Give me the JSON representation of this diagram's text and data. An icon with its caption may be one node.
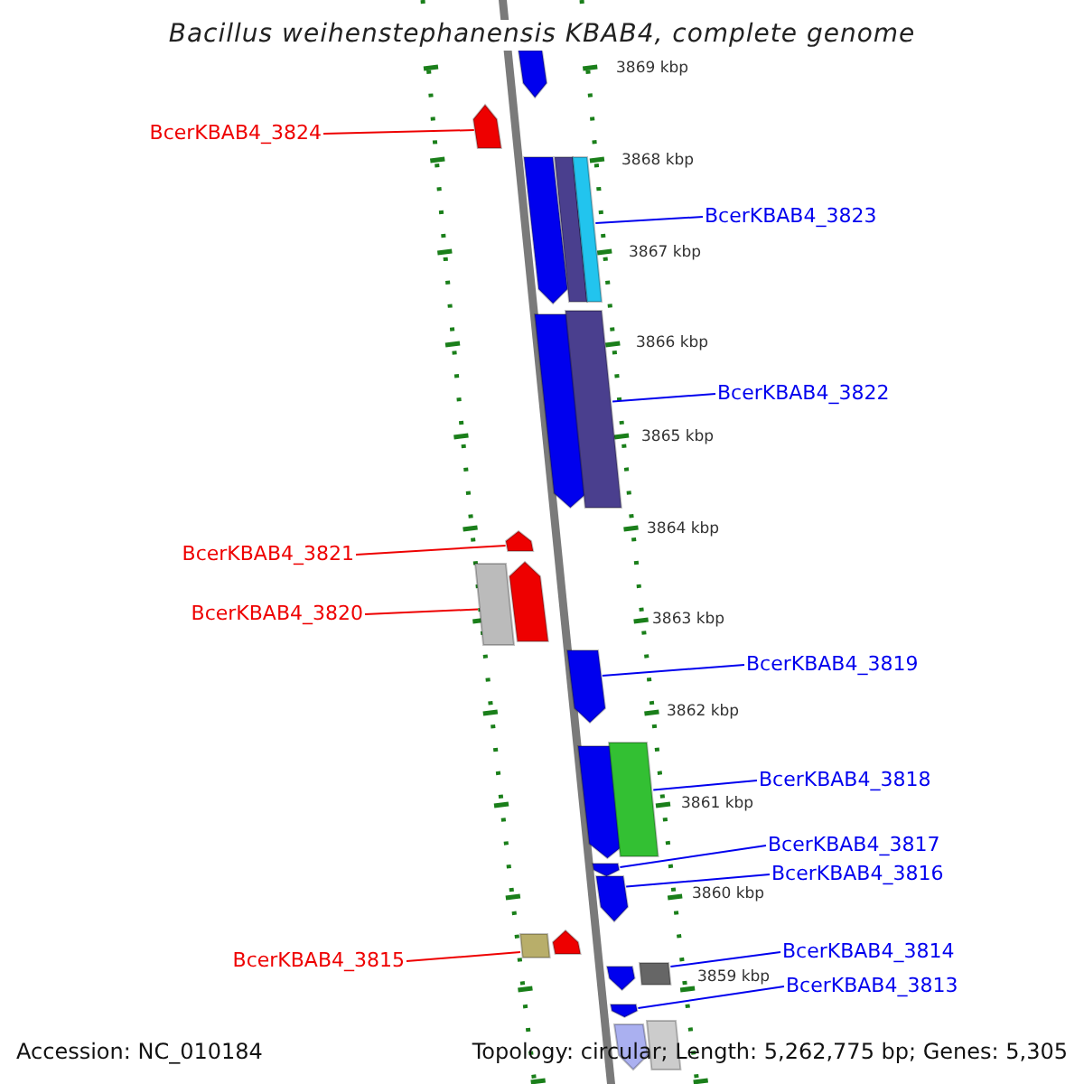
{
  "diagram": {
    "title": "Bacillus weihenstephanensis KBAB4, complete genome",
    "nodes": [
      {
        "text": [
          "BcerKBAB4_3824"
        ]
      },
      {
        "text": [
          "BcerKBAB4_3823"
        ]
      },
      {
        "text": [
          "BcerKBAB4_3822"
        ]
      },
      {
        "text": [
          "BcerKBAB4_3821"
        ]
      },
      {
        "text": [
          "BcerKBAB4_3820"
        ]
      },
      {
        "text": [
          "BcerKBAB4_3819"
        ]
      },
      {
        "text": [
          "BcerKBAB4_3818"
        ]
      },
      {
        "text": [
          "BcerKBAB4_3817"
        ]
      },
      {
        "text": [
          "BcerKBAB4_3816"
        ]
      },
      {
        "text": [
          "BcerKBAB4_3815"
        ]
      },
      {
        "text": [
          "BcerKBAB4_3814"
        ]
      },
      {
        "text": [
          "BcerKBAB4_3813"
        ]
      },
      {
        "text": [],
        "shape": "arrow"
      },
      {
        "text": [],
        "shape": "arrow"
      },
      {
        "text": [],
        "shape": "arrow"
      },
      {
        "text": [],
        "shape": "bar"
      },
      {
        "text": [],
        "shape": "bar"
      },
      {
        "text": [],
        "shape": "arrow"
      },
      {
        "text": [],
        "shape": "bar"
      },
      {
        "text": [],
        "shape": "arrow"
      },
      {
        "text": [],
        "shape": "bar"
      },
      {
        "text": [],
        "shape": "arrow"
      },
      {
        "text": [],
        "shape": "arrow"
      },
      {
        "text": [],
        "shape": "arrow"
      },
      {
        "text": [],
        "shape": "bar"
      },
      {
        "text": [],
        "shape": "arrow"
      },
      {
        "text": [],
        "shape": "arrow"
      },
      {
        "text": [],
        "shape": "bar"
      },
      {
        "text": [],
        "shape": "arrow"
      },
      {
        "text": [],
        "shape": "arrow"
      },
      {
        "text": [],
        "shape": "bar"
      },
      {
        "text": [],
        "shape": "arrow"
      },
      {
        "text": [],
        "shape": "arrow"
      },
      {
        "text": [],
        "shape": "bar"
      }
    ],
    "edges": [
      {
        "from": 0,
        "to": 13,
        "arrow": "none",
        "color": "#ee0000"
      },
      {
        "from": 1,
        "to": 16,
        "arrow": "none"
      },
      {
        "from": 2,
        "to": 18,
        "arrow": "none"
      },
      {
        "from": 3,
        "to": 19,
        "arrow": "none",
        "color": "#ee0000"
      },
      {
        "from": 4,
        "to": 20,
        "arrow": "none",
        "color": "#ee0000"
      },
      {
        "from": 5,
        "to": 22,
        "arrow": "none"
      },
      {
        "from": 6,
        "to": 24,
        "arrow": "none"
      },
      {
        "from": 7,
        "to": 25,
        "arrow": "none"
      },
      {
        "from": 8,
        "to": 26,
        "arrow": "none"
      },
      {
        "from": 9,
        "to": 27,
        "arrow": "none",
        "color": "#ee0000"
      },
      {
        "from": 10,
        "to": 30,
        "arrow": "none"
      },
      {
        "from": 11,
        "to": 31,
        "arrow": "none"
      }
    ],
    "labels": [
      "3869 kbp",
      "3868 kbp",
      "3867 kbp",
      "3866 kbp",
      "3865 kbp",
      "3864 kbp",
      "3863 kbp",
      "3862 kbp",
      "3861 kbp",
      "3860 kbp",
      "3859 kbp",
      "Accession: NC_010184",
      "Topology: circular; Length: 5,262,775 bp; Genes: 5,305"
    ]
  }
}
